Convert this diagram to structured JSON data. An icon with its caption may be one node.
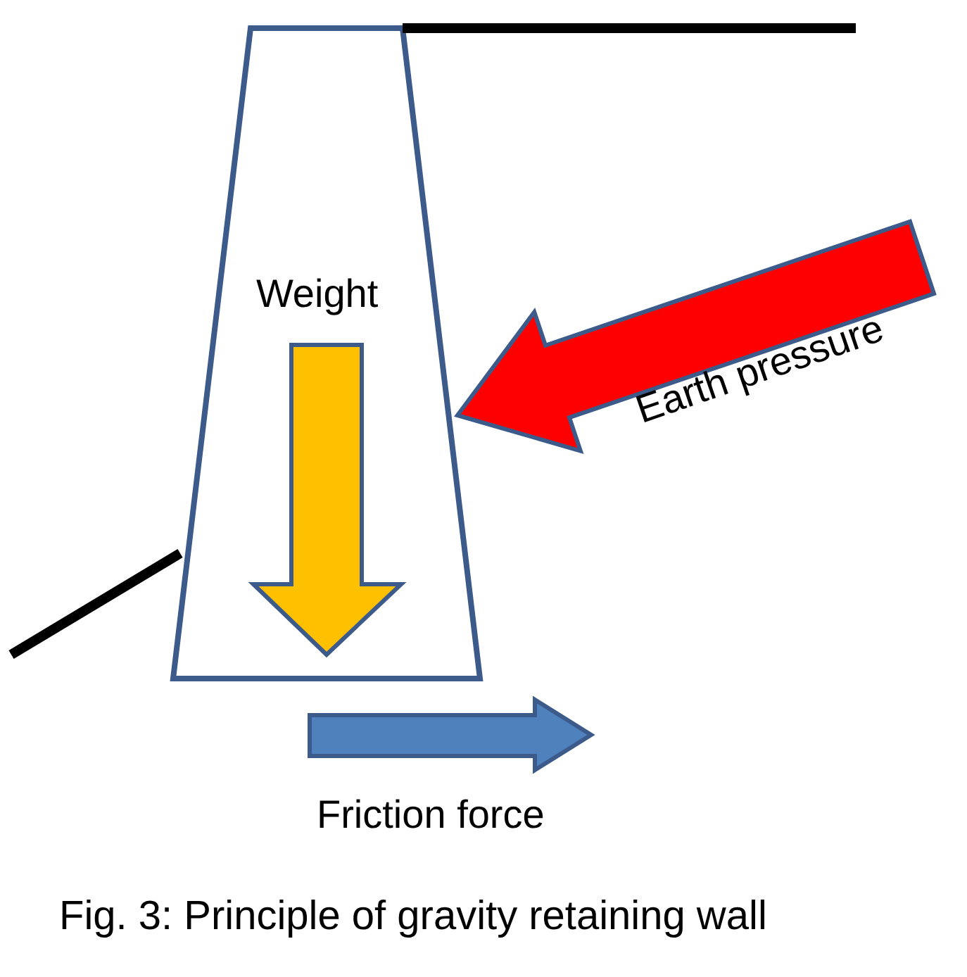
{
  "diagram": {
    "caption": "Fig. 3: Principle of gravity retaining wall",
    "labels": [
      "Weight",
      "Earth pressure",
      "Friction force"
    ]
  }
}
